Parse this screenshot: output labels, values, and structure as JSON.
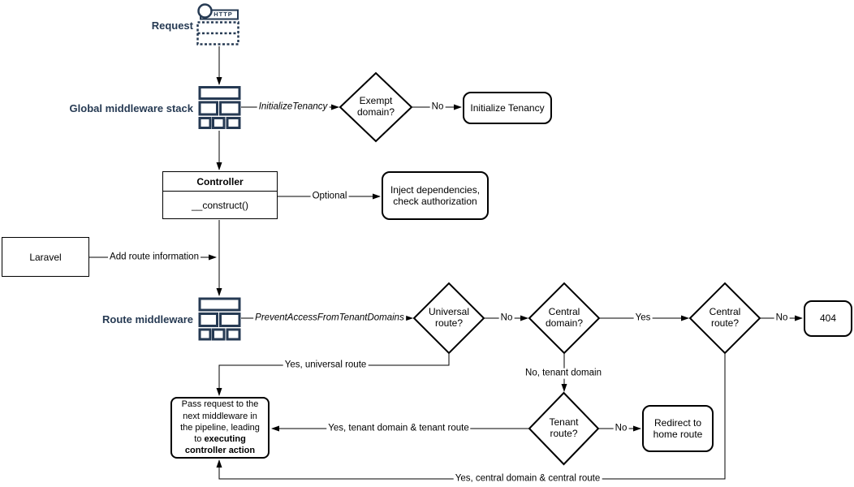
{
  "labels": {
    "request": "Request",
    "global_middleware_stack": "Global middleware stack",
    "route_middleware": "Route middleware",
    "http": "HTTP"
  },
  "nodes": {
    "exempt_domain": "Exempt domain?",
    "initialize_tenancy": "Initialize Tenancy",
    "controller": {
      "title": "Controller",
      "method": "__construct()"
    },
    "inject": "Inject dependencies, check authorization",
    "laravel": "Laravel",
    "universal_route": "Universal route?",
    "central_domain": "Central domain?",
    "central_route": "Central route?",
    "not_found": "404",
    "tenant_route": "Tenant route?",
    "redirect_home": "Redirect to home route",
    "pass_request": {
      "normal": "Pass request to the next middleware in the pipeline, leading to ",
      "bold": "executing controller action"
    }
  },
  "edges": {
    "initialize_tenancy": "InitializeTenancy",
    "prevent_access": "PreventAccessFromTenantDomains",
    "no_exempt": "No",
    "optional": "Optional",
    "add_route_info": "Add route information",
    "no_universal": "No",
    "yes_central_domain": "Yes",
    "no_central_route": "No",
    "no_tenant_route": "No",
    "yes_universal": "Yes, universal route",
    "no_tenant_domain": "No, tenant domain",
    "yes_tenant": "Yes, tenant domain & tenant route",
    "yes_central": "Yes, central domain & central route"
  },
  "colors": {
    "icon_navy": "#263a53",
    "shape_stroke": "#000000",
    "background": "#ffffff"
  }
}
